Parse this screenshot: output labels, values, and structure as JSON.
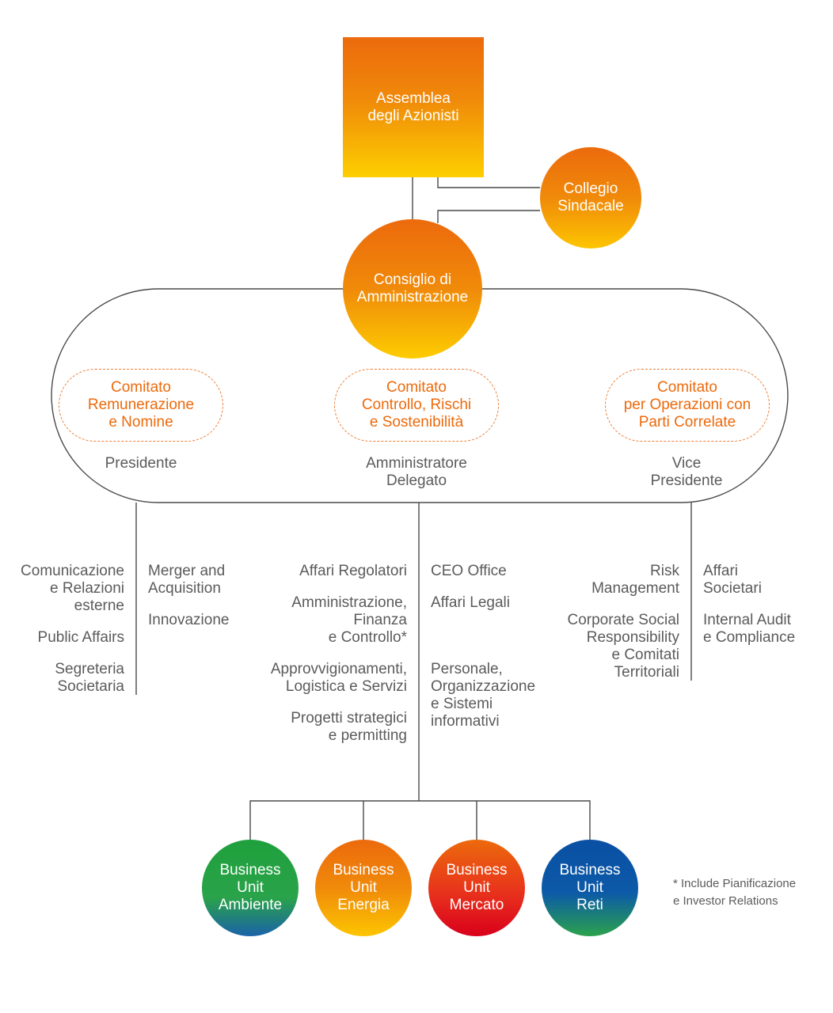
{
  "nodes": {
    "assemblea": "Assemblea\ndegli Azionisti",
    "collegio": "Collegio\nSindacale",
    "consiglio": "Consiglio di\nAmministrazione"
  },
  "committees": [
    "Comitato\nRemunerazione\ne Nomine",
    "Comitato\nControllo, Rischi\ne Sostenibilità",
    "Comitato\nper Operazioni con\nParti Correlate"
  ],
  "roles": {
    "presidente": "Presidente",
    "ad": "Amministratore\nDelegato",
    "vice": "Vice\nPresidente"
  },
  "presidente_left": [
    "Comunicazione\ne Relazioni\nesterne",
    "Public Affairs",
    "Segreteria\nSocietaria"
  ],
  "presidente_right": [
    "Merger and\nAcquisition",
    "Innovazione"
  ],
  "ad_left": [
    "Affari Regolatori",
    "Amministrazione,\nFinanza\ne Controllo*",
    "Approvvigionamenti,\nLogistica e Servizi",
    "Progetti strategici\ne permitting"
  ],
  "ad_right": [
    "CEO Office",
    "Affari Legali",
    "Personale,\nOrganizzazione\ne Sistemi\ninformativi"
  ],
  "vice_left": [
    "Risk\nManagement",
    "Corporate Social\nResponsibility\ne Comitati\nTerritoriali"
  ],
  "vice_right": [
    "Affari\nSocietari",
    "Internal Audit\ne Compliance"
  ],
  "business_units": {
    "ambiente": "Business\nUnit\nAmbiente",
    "energia": "Business\nUnit\nEnergia",
    "mercato": "Business\nUnit\nMercato",
    "reti": "Business\nUnit\nReti"
  },
  "footnote": "* Include Pianificazione\ne Investor Relations",
  "colors": {
    "orange": "#ec6a0c",
    "yellow": "#fdcf00",
    "green": "#1fa03c",
    "red": "#d9001b",
    "blue": "#0a4fa3",
    "line": "#4a4a4a"
  }
}
